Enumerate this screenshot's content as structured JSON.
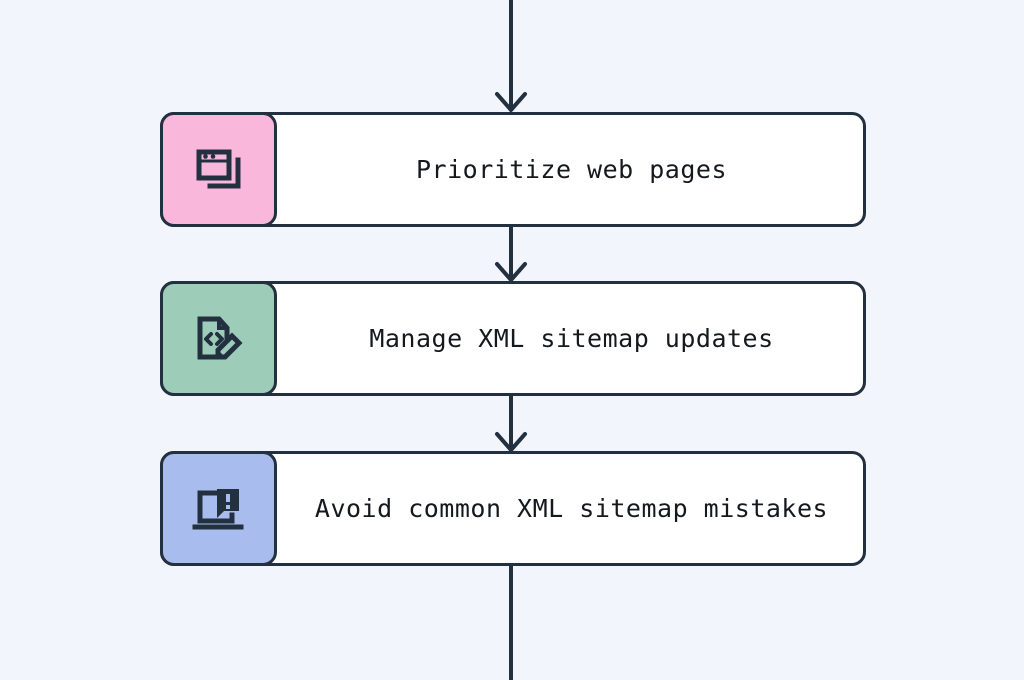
{
  "diagram": {
    "type": "vertical-flowchart",
    "background_color": "#F2F5FC",
    "outline_color": "#22303F",
    "card_background": "#FFFFFF",
    "text_color": "#15191E",
    "has_incoming_arrow_from_top": true,
    "has_outgoing_line_to_bottom": true,
    "steps": [
      {
        "label": "Prioritize web pages",
        "icon": "browser-windows-stack-icon",
        "accent_color": "#F9B7DC"
      },
      {
        "label": "Manage XML sitemap updates",
        "icon": "code-file-edit-icon",
        "accent_color": "#9DCCB8"
      },
      {
        "label": "Avoid common XML sitemap mistakes",
        "icon": "laptop-alert-icon",
        "accent_color": "#A8BDEE"
      }
    ]
  }
}
